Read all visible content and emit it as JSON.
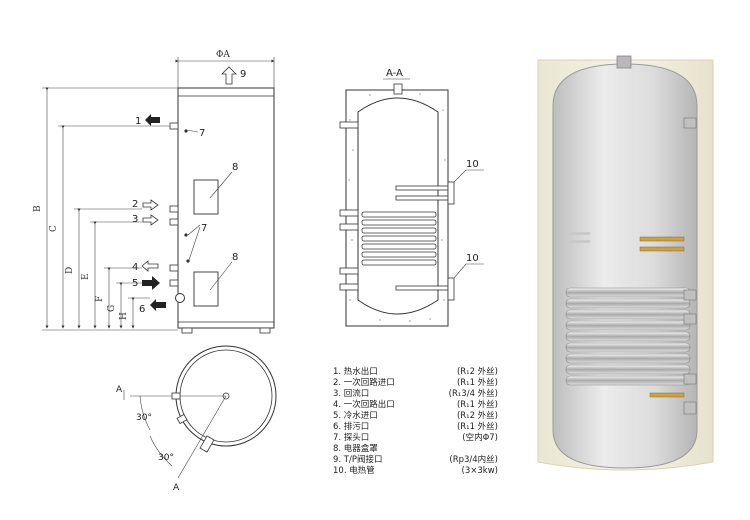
{
  "dimensions": {
    "diameter": "ΦA",
    "B": "B",
    "C": "C",
    "D": "D",
    "E": "E",
    "F": "F",
    "G": "G",
    "H": "H"
  },
  "section_title": "A-A",
  "callouts": {
    "n1": "1",
    "n2": "2",
    "n3": "3",
    "n4": "4",
    "n5": "5",
    "n6": "6",
    "n7a": "7",
    "n7b": "7",
    "n8a": "8",
    "n8b": "8",
    "n9": "9",
    "n10a": "10",
    "n10b": "10"
  },
  "plan_view": {
    "angle1": "30°",
    "angle2": "30°",
    "section_a_top": "A",
    "section_a_bottom": "A"
  },
  "legend": [
    {
      "label": "1. 热水出口",
      "spec": "(R₁2 外丝)"
    },
    {
      "label": "2. 一次回路进口",
      "spec": "(R₁1 外丝)"
    },
    {
      "label": "3. 回流口",
      "spec": "(R₁3/4 外丝)"
    },
    {
      "label": "4. 一次回路出口",
      "spec": "(R₁1 外丝)"
    },
    {
      "label": "5. 冷水进口",
      "spec": "(R₁2 外丝)"
    },
    {
      "label": "6. 排污口",
      "spec": "(R₁1 外丝)"
    },
    {
      "label": "7. 探头口",
      "spec": "(空内Φ7)"
    },
    {
      "label": "8. 电器盒罩",
      "spec": ""
    },
    {
      "label": "9. T/P阀接口",
      "spec": "(Rp3/4内丝)"
    },
    {
      "label": "10. 电热管",
      "spec": "(3×3kw)"
    }
  ],
  "colors": {
    "line": "#333333",
    "tank_shell": "#f1efe2",
    "tank_inner": "#dcdcdc",
    "coil": "#c8c8c8",
    "brass": "#c8a14a"
  }
}
